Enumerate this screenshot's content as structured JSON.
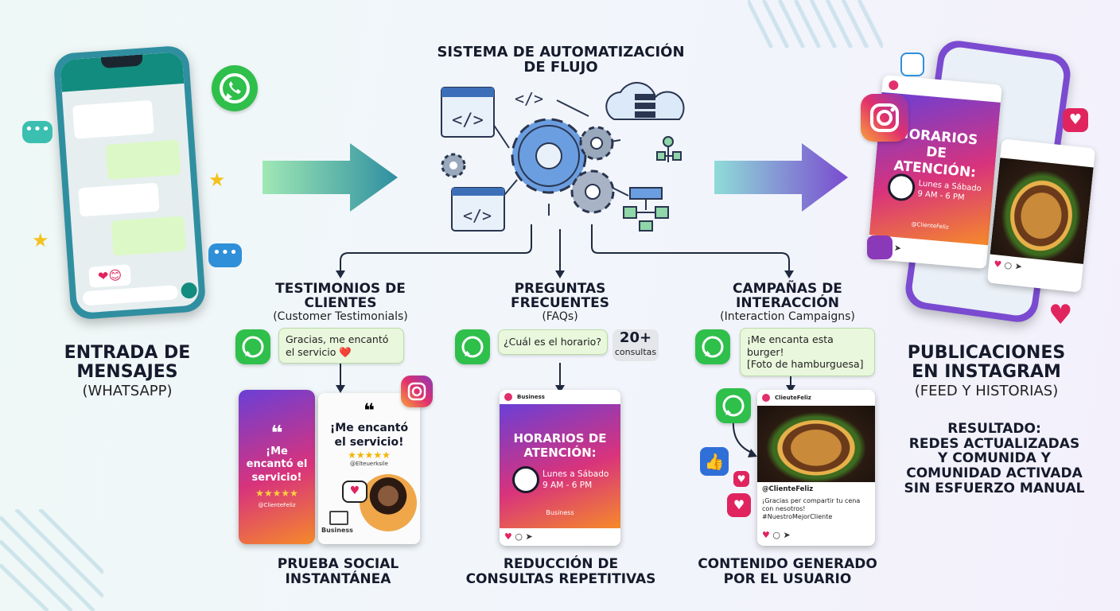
{
  "center_title": {
    "line1": "SISTEMA DE AUTOMATIZACIÓN",
    "line2": "DE FLUJO"
  },
  "left": {
    "title_line1": "ENTRADA DE",
    "title_line2": "MENSAJES",
    "subtitle": "(WHATSAPP)"
  },
  "right": {
    "title_line1": "PUBLICACIONES",
    "title_line2": "EN INSTAGRAM",
    "subtitle": "(FEED Y HISTORIAS)",
    "result_lines": [
      "RESULTADO:",
      "REDES ACTUALIZADAS",
      "Y COMUNIDA Y",
      "COMUNIDAD ACTIVADA",
      "SIN ESFUERZO MANUAL"
    ],
    "post_headline": "HORARIOS DE ATENCIÓN:",
    "post_hours_line1": "Lunes a Sábado",
    "post_hours_line2": "9 AM - 6 PM",
    "post_footer": "@ClienteFeliz"
  },
  "branches": [
    {
      "title_line1": "TESTIMONIOS DE",
      "title_line2": "CLIENTES",
      "subtitle": "(Customer Testimonials)",
      "message": "Gracias, me encantó el servicio ❤️",
      "story_quote": "¡Me encantó el servicio!",
      "story_user": "@ClienteFeliz",
      "post_quote": "¡Me encantó el servicio!",
      "post_user": "@Elteuerksile",
      "post_brand": "Business",
      "stars": "★★★★★",
      "caption_line1": "PRUEBA SOCIAL",
      "caption_line2": "INSTANTÁNEA"
    },
    {
      "title_line1": "PREGUNTAS",
      "title_line2": "FRECUENTES",
      "subtitle": "(FAQs)",
      "message": "¿Cuál es el horario?",
      "badge_number": "20+",
      "badge_text": "consultas",
      "post_header": "Business",
      "post_headline_1": "HORARIOS DE",
      "post_headline_2": "ATENCIÓN:",
      "post_hours_line1": "Lunes a Sábado",
      "post_hours_line2": "9 AM - 6 PM",
      "post_brand": "Business",
      "caption_line1": "REDUCCIÓN DE",
      "caption_line2": "CONSULTAS REPETITIVAS"
    },
    {
      "title_line1": "CAMPAÑAS DE",
      "title_line2": "INTERACCIÓN",
      "subtitle": "(Interaction Campaigns)",
      "message_line1": "¡Me encanta esta burger!",
      "message_line2": "[Foto de hamburguesa]",
      "post_header": "ClieuteFeliz",
      "post_user": "@ClienteFeliz",
      "post_caption_1": "¡Gracias per compartir tu cena",
      "post_caption_2": "con nesotros!",
      "post_caption_3": "#NuestroMejorCliente",
      "caption_line1": "CONTENIDO GENERADO",
      "caption_line2": "POR EL USUARIO"
    }
  ],
  "colors": {
    "whatsapp": "#2fbf4b",
    "arrow_left": "#3aa7a0",
    "arrow_right": "#7a4bd0",
    "gear": "#5b8fd6",
    "dark": "#151a2c"
  }
}
